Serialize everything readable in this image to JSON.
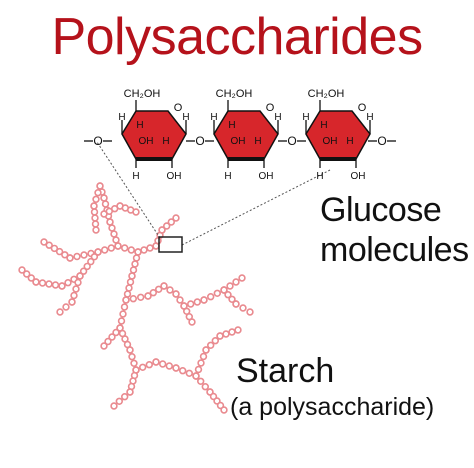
{
  "title": "Polysaccharides",
  "labels": {
    "glucose_line1": "Glucose",
    "glucose_line2": "molecules",
    "starch": "Starch",
    "starch_sub": "(a polysaccharide)"
  },
  "ring_atoms": {
    "ch2oh": "CH₂OH",
    "o": "O",
    "h": "H",
    "oh": "OH"
  },
  "glucose_count": 3,
  "colors": {
    "title": "#b5121b",
    "ring_fill": "#d7262b",
    "bead": "#e98a8f",
    "callout_box": "#222222"
  }
}
